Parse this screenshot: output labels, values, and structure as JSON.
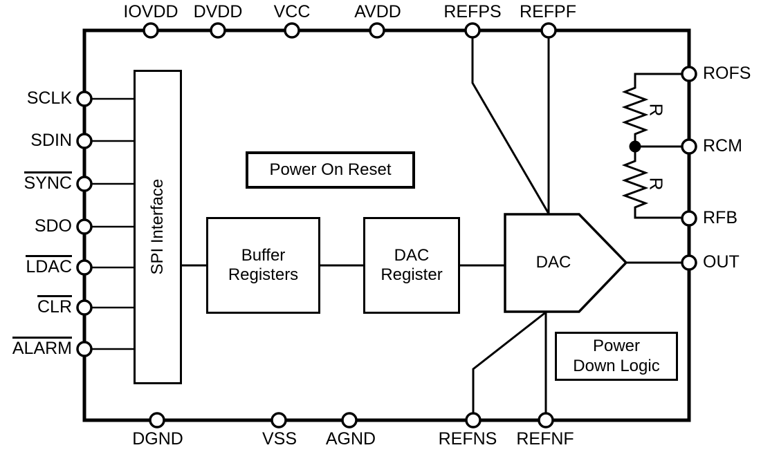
{
  "diagram": {
    "type": "functional-block-diagram",
    "blocks": {
      "spi_interface": "SPI Interface",
      "power_on_reset": "Power On Reset",
      "buffer_registers": {
        "line1": "Buffer",
        "line2": "Registers"
      },
      "dac_register": {
        "line1": "DAC",
        "line2": "Register"
      },
      "dac": "DAC",
      "power_down_logic": {
        "line1": "Power",
        "line2": "Down Logic"
      }
    },
    "resistors": {
      "top": "R",
      "bottom": "R"
    },
    "pins": {
      "top": [
        {
          "label": "IOVDD"
        },
        {
          "label": "DVDD"
        },
        {
          "label": "VCC"
        },
        {
          "label": "AVDD"
        },
        {
          "label": "REFPS"
        },
        {
          "label": "REFPF"
        }
      ],
      "bottom": [
        {
          "label": "DGND"
        },
        {
          "label": "VSS"
        },
        {
          "label": "AGND"
        },
        {
          "label": "REFNS"
        },
        {
          "label": "REFNF"
        }
      ],
      "left": [
        {
          "label": "SCLK",
          "overline": false
        },
        {
          "label": "SDIN",
          "overline": false
        },
        {
          "label": "SYNC",
          "overline": true
        },
        {
          "label": "SDO",
          "overline": false
        },
        {
          "label": "LDAC",
          "overline": true
        },
        {
          "label": "CLR",
          "overline": true
        },
        {
          "label": "ALARM",
          "overline": true
        }
      ],
      "right": [
        {
          "label": "ROFS"
        },
        {
          "label": "RCM"
        },
        {
          "label": "RFB"
        },
        {
          "label": "OUT"
        }
      ]
    },
    "colors": {
      "line": "#000000",
      "background": "#ffffff",
      "text": "#000000"
    }
  }
}
